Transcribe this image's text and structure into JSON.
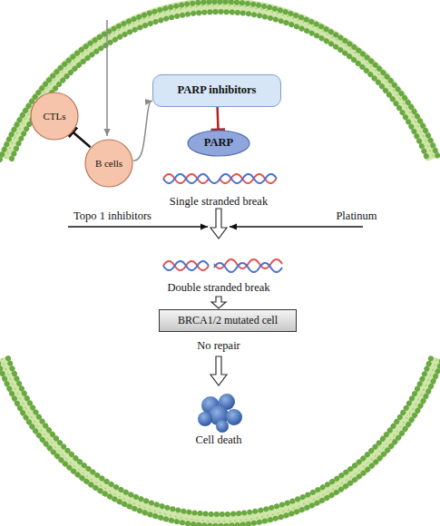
{
  "diagram": {
    "nodes": [
      {
        "text": [
          "CTLs"
        ]
      },
      {
        "text": [
          "B cells"
        ]
      },
      {
        "text": [
          "PARP inhibitors"
        ]
      },
      {
        "text": [
          "PARP"
        ]
      },
      {
        "text": [
          "BRCA1/2 mutated cell"
        ]
      }
    ],
    "edges": [
      {
        "from": 1,
        "to": 0,
        "arrow": "to"
      },
      {
        "from": 1,
        "to": 2,
        "arrow": "to"
      },
      {
        "from": 2,
        "to": 3,
        "arrow": "to"
      }
    ],
    "labels": [
      "Single stranded break",
      "Topo 1 inhibitors",
      "Platinum",
      "Double stranded break",
      "No repair",
      "Cell death"
    ]
  }
}
